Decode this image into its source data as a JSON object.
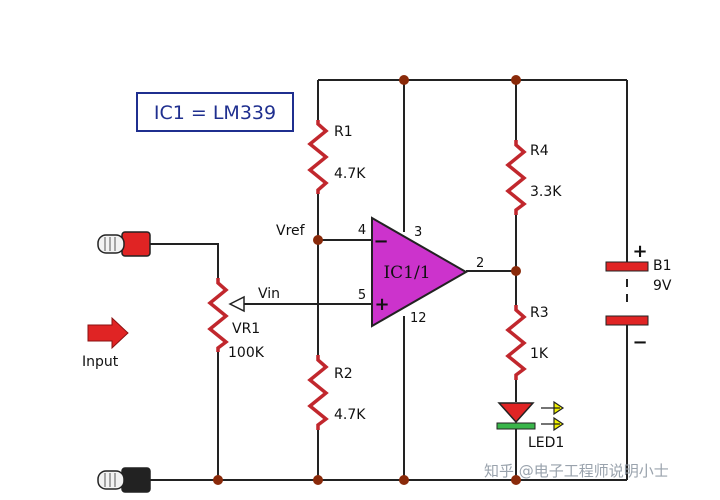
{
  "title_box": {
    "text": "IC1 = LM339"
  },
  "ic": {
    "label": "IC1/1",
    "pin_inv": "4",
    "pin_noninv": "5",
    "pin_vcc": "3",
    "pin_gnd": "12",
    "pin_out": "2",
    "minus": "−",
    "plus": "+"
  },
  "resistors": {
    "r1": {
      "name": "R1",
      "value": "4.7K"
    },
    "r2": {
      "name": "R2",
      "value": "4.7K"
    },
    "r3": {
      "name": "R3",
      "value": "1K"
    },
    "r4": {
      "name": "R4",
      "value": "3.3K"
    }
  },
  "pot": {
    "name": "VR1",
    "value": "100K"
  },
  "battery": {
    "name": "B1",
    "value": "9V",
    "plus": "+",
    "minus": "−"
  },
  "led": {
    "name": "LED1"
  },
  "net_labels": {
    "vref": "Vref",
    "vin": "Vin"
  },
  "input_label": "Input",
  "watermark": "知乎 @电子工程师说明小士",
  "colors": {
    "ic_fill": "#cc33cc",
    "resistor": "#c1272d",
    "battery": "#e02424",
    "led": "#e02424",
    "led_bar": "#39b54a",
    "led_arrow": "#f2f200",
    "node": "#8a2a0a",
    "arrow": "#e02424",
    "title_border": "#1f2f8f"
  }
}
